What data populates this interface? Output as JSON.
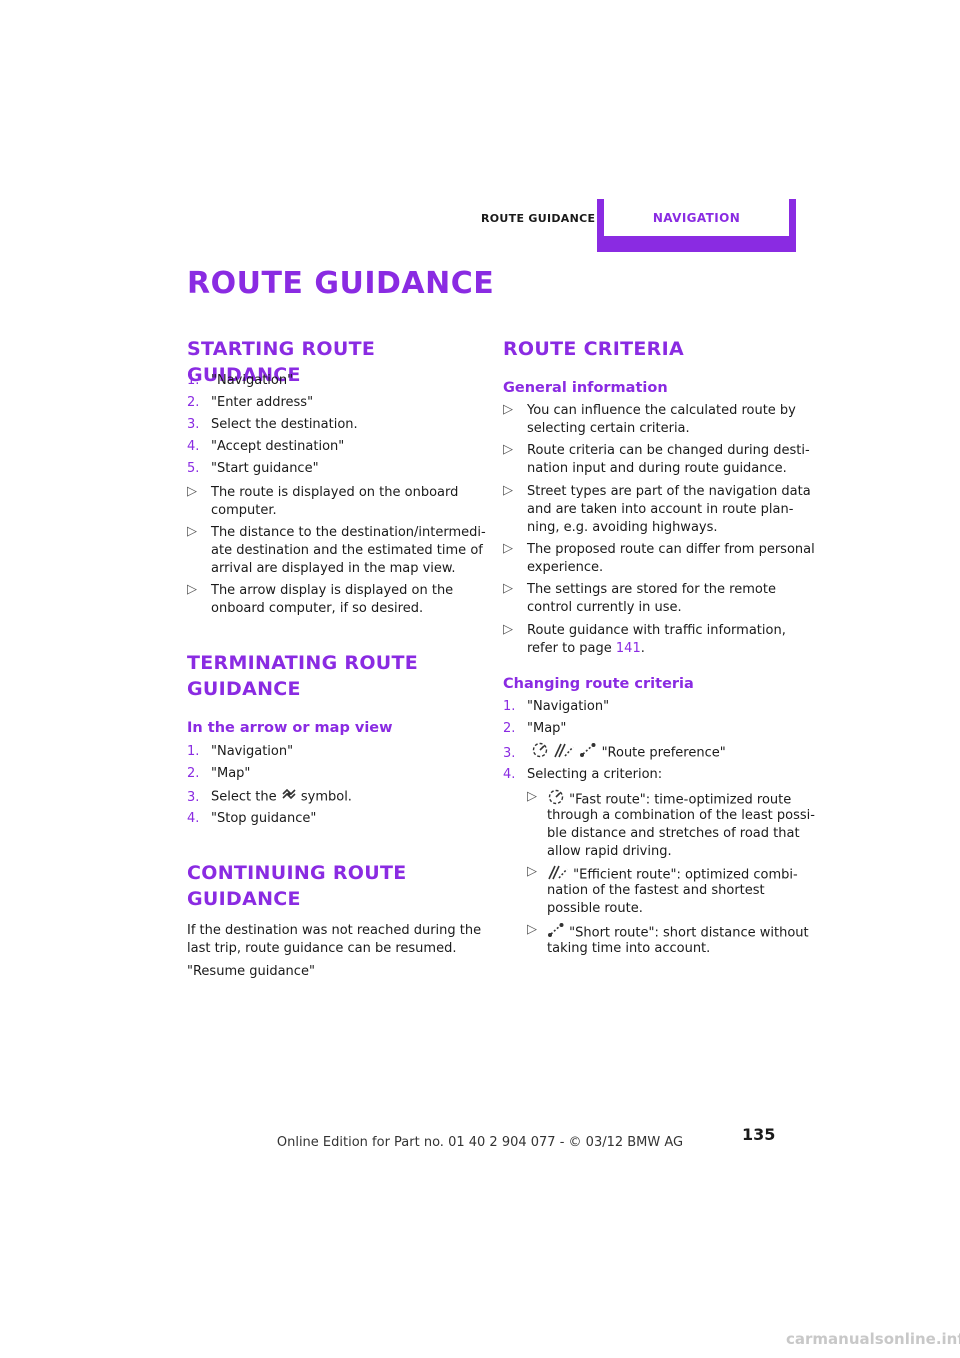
{
  "header": {
    "section": "ROUTE GUIDANCE",
    "tab": "NAVIGATION"
  },
  "page_title": "ROUTE GUIDANCE",
  "starting": {
    "heading": "STARTING ROUTE GUIDANCE",
    "steps": [
      {
        "n": "1.",
        "text": "\"Navigation\""
      },
      {
        "n": "2.",
        "text": "\"Enter address\""
      },
      {
        "n": "3.",
        "text": "Select the destination."
      },
      {
        "n": "4.",
        "text": "\"Accept destination\""
      },
      {
        "n": "5.",
        "text": "\"Start guidance\""
      }
    ],
    "bullets": [
      [
        "The route is displayed on the onboard",
        "computer."
      ],
      [
        "The distance to the destination/intermedi-",
        "ate destination and the estimated time of",
        "arrival are displayed in the map view."
      ],
      [
        "The arrow display is displayed on the",
        "onboard computer, if so desired."
      ]
    ]
  },
  "terminating": {
    "heading_l1": "TERMINATING ROUTE",
    "heading_l2": "GUIDANCE",
    "subheading": "In the arrow or map view",
    "steps": [
      {
        "n": "1.",
        "text": "\"Navigation\""
      },
      {
        "n": "2.",
        "text": "\"Map\""
      },
      {
        "n": "3.",
        "pre": "Select the",
        "post": "symbol."
      },
      {
        "n": "4.",
        "text": "\"Stop guidance\""
      }
    ]
  },
  "continuing": {
    "heading_l1": "CONTINUING ROUTE",
    "heading_l2": "GUIDANCE",
    "para_l1": "If the destination was not reached during the",
    "para_l2": "last trip, route guidance can be resumed.",
    "action": "\"Resume guidance\""
  },
  "criteria": {
    "heading": "ROUTE CRITERIA",
    "general_heading": "General information",
    "bullets": [
      [
        "You can influence the calculated route by",
        "selecting certain criteria."
      ],
      [
        "Route criteria can be changed during desti-",
        "nation input and during route guidance."
      ],
      [
        "Street types are part of the navigation data",
        "and are taken into account in route plan-",
        "ning, e.g. avoiding highways."
      ],
      [
        "The proposed route can differ from personal",
        "experience."
      ],
      [
        "The settings are stored for the remote",
        "control currently in use."
      ]
    ],
    "last_bullet_l1": "Route guidance with traffic information,",
    "last_bullet_pre": "refer to page",
    "last_bullet_page": "141",
    "last_bullet_post": ".",
    "changing_heading": "Changing route criteria",
    "steps": {
      "s1": {
        "n": "1.",
        "text": "\"Navigation\""
      },
      "s2": {
        "n": "2.",
        "text": "\"Map\""
      },
      "s3": {
        "n": "3.",
        "text": "\"Route preference\""
      },
      "s4": {
        "n": "4.",
        "text": "Selecting a criterion:"
      }
    },
    "options": {
      "fast": [
        "\"Fast route\": time-optimized route",
        "through a combination of the least possi-",
        "ble distance and stretches of road that",
        "allow rapid driving."
      ],
      "efficient": [
        "\"Efficient route\": optimized combi-",
        "nation of the fastest and shortest",
        "possible route."
      ],
      "short": [
        "\"Short route\": short distance without",
        "taking time into account."
      ]
    }
  },
  "bullet_symbol": "▷",
  "page_number": "135",
  "footer": "Online Edition for Part no. 01 40 2 904 077 - © 03/12 BMW AG",
  "watermark": "carmanualsonline.info",
  "accent_color": "#8a2be2"
}
